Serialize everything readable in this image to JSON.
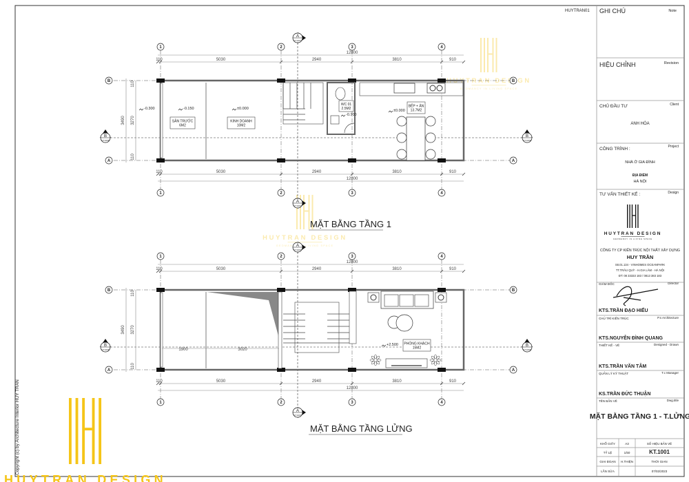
{
  "sheet": {
    "code": "HUYTRAN01",
    "copyright": "Copyright (c) by  Architecture Interior HUY TRAN",
    "logo": {
      "mark": "HH",
      "name": "HUYTRAN DESIGN",
      "tagline": "GEOMANCY IN LIVING SPACE",
      "color": "#f5c518"
    }
  },
  "plans": [
    {
      "title": "MẶT BẰNG TẦNG 1",
      "grid_cols": [
        "1",
        "2",
        "3",
        "4"
      ],
      "grid_rows": [
        "B",
        "A"
      ],
      "dims": [
        "110",
        "5030",
        "2940",
        "3810",
        "910"
      ],
      "total": "12800",
      "side_dims": [
        "3490",
        "3270",
        "110",
        "110"
      ],
      "section_a": {
        "letter": "A",
        "ref": "KT.1007"
      },
      "section_b": {
        "letter": "B",
        "ref": "KT.1008"
      },
      "rooms": [
        {
          "name": "SÂN TRƯỚC",
          "area": "6M2"
        },
        {
          "name": "KINH DOANH",
          "area": "10M2"
        },
        {
          "name": "WC 01",
          "area": "2.5M2"
        },
        {
          "name": "BẾP + ĂN",
          "area": "13.7M2"
        }
      ],
      "levels": [
        "-0.300",
        "-0.150",
        "±0.000",
        "-0.100",
        "±0.000"
      ]
    },
    {
      "title": "MẶT BẰNG TẦNG LỬNG",
      "grid_cols": [
        "1",
        "2",
        "3",
        "4"
      ],
      "grid_rows": [
        "B",
        "A"
      ],
      "dims": [
        "110",
        "5030",
        "2940",
        "3810",
        "910"
      ],
      "total": "12800",
      "side_dims": [
        "3490",
        "3270",
        "110",
        "110"
      ],
      "section_a": {
        "letter": "A",
        "ref": "KT.1007"
      },
      "section_b": {
        "letter": "B",
        "ref": "KT.1008"
      },
      "rooms": [
        {
          "name": "PHÒNG KHÁCH",
          "area": "15M2"
        }
      ],
      "levels": [
        "+2.500"
      ],
      "inner_dims": [
        "1900",
        "3020"
      ]
    }
  ],
  "titleblock": {
    "note": {
      "vi": "GHI CHÚ",
      "en": "Note"
    },
    "revision": {
      "vi": "HIỆU CHỈNH",
      "en": "Revision"
    },
    "client": {
      "vi": "CHỦ ĐẦU TƯ",
      "en": "Client",
      "value": "ANH HÒA"
    },
    "project": {
      "vi": "CÔNG TRÌNH :",
      "en": "Project",
      "value": "NHÀ Ở GIA ĐÌNH",
      "location_label": "ĐỊA ĐIỂM",
      "location": "HÀ NỘI"
    },
    "design": {
      "vi": "TƯ VẤN THIẾT KẾ :",
      "en": "Design"
    },
    "company": {
      "line1": "CÔNG TY CP KIẾN TRÚC NỘI THẤT XÂY DỰNG",
      "name": "HUY TRẦN",
      "addr1": "S8.01.134 - VINHOMES OCEANPARK",
      "addr2": "TT.TRÂU QUỲ - H.GIA LÂM - HÀ NỘI",
      "phone": "ĐT: 08 33333 183 / 0813 383 183"
    },
    "director": {
      "vi": "GIÁM ĐỐC",
      "en": "Director",
      "name": "KTS.TRẦN ĐẠO HIẾU"
    },
    "chief": {
      "vi": "CHỦ TRÌ KIẾN TRÚC",
      "en": "P.s Architecture",
      "name": "KTS.NGUYỄN ĐÌNH QUANG"
    },
    "drawn": {
      "vi": "THIẾT KẾ - VẼ",
      "en": "Designed - Drawn",
      "name": "KTS.TRẦN VĂN TÂM"
    },
    "manager": {
      "vi": "QUẢN LÝ KỸ THUẬT",
      "en": "T.c Manager",
      "name": "KS.TRẦN ĐỨC THUẬN"
    },
    "dwg_title": {
      "vi": "TÊN BẢN VẼ",
      "en": "Dwg.title",
      "value": "MẶT BẰNG TẦNG 1 - T.LỬNG"
    },
    "table": [
      [
        "KHỔ GIẤY",
        "A3",
        "SỐ HIỆU BẢN VẼ"
      ],
      [
        "TỶ LỆ",
        "1/50",
        "KT.1001"
      ],
      [
        "GIAI ĐOẠN",
        "H.THIỆN",
        "THỜI GIAN"
      ],
      [
        "LẦN SỬA",
        "",
        "07/02/2023"
      ]
    ]
  }
}
